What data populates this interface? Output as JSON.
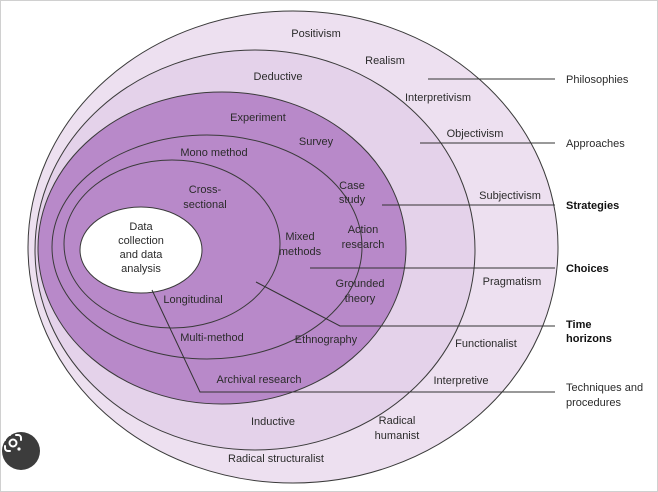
{
  "colors": {
    "outer_ring": "#ede0f0",
    "middle_ring": "#e4d2ea",
    "inner_disc": "#b889c9",
    "core": "#ffffff",
    "outline": "#3a3a3a",
    "lens_button": "#3c3c3c"
  },
  "layers": {
    "philosophies": {
      "legend": "Philosophies",
      "items": [
        "Positivism",
        "Realism",
        "Interpretivism",
        "Objectivism",
        "Subjectivism",
        "Pragmatism",
        "Functionalist",
        "Interpretive",
        "Radical humanist",
        "Radical structuralist"
      ]
    },
    "approaches": {
      "legend": "Approaches",
      "items": [
        "Deductive",
        "Inductive"
      ]
    },
    "strategies": {
      "legend": "Strategies",
      "items": [
        "Experiment",
        "Survey",
        "Case study",
        "Action research",
        "Grounded theory",
        "Ethnography",
        "Archival research"
      ]
    },
    "choices": {
      "legend": "Choices",
      "items": [
        "Mono method",
        "Mixed methods",
        "Multi-method"
      ]
    },
    "time_horizons": {
      "legend_line1": "Time",
      "legend_line2": "horizons",
      "items": [
        "Cross-sectional",
        "Longitudinal"
      ]
    },
    "techniques": {
      "legend_line1": "Techniques and",
      "legend_line2": "procedures",
      "core_lines": [
        "Data",
        "collection",
        "and data",
        "analysis"
      ]
    }
  },
  "lens_icon": "google-lens-icon"
}
